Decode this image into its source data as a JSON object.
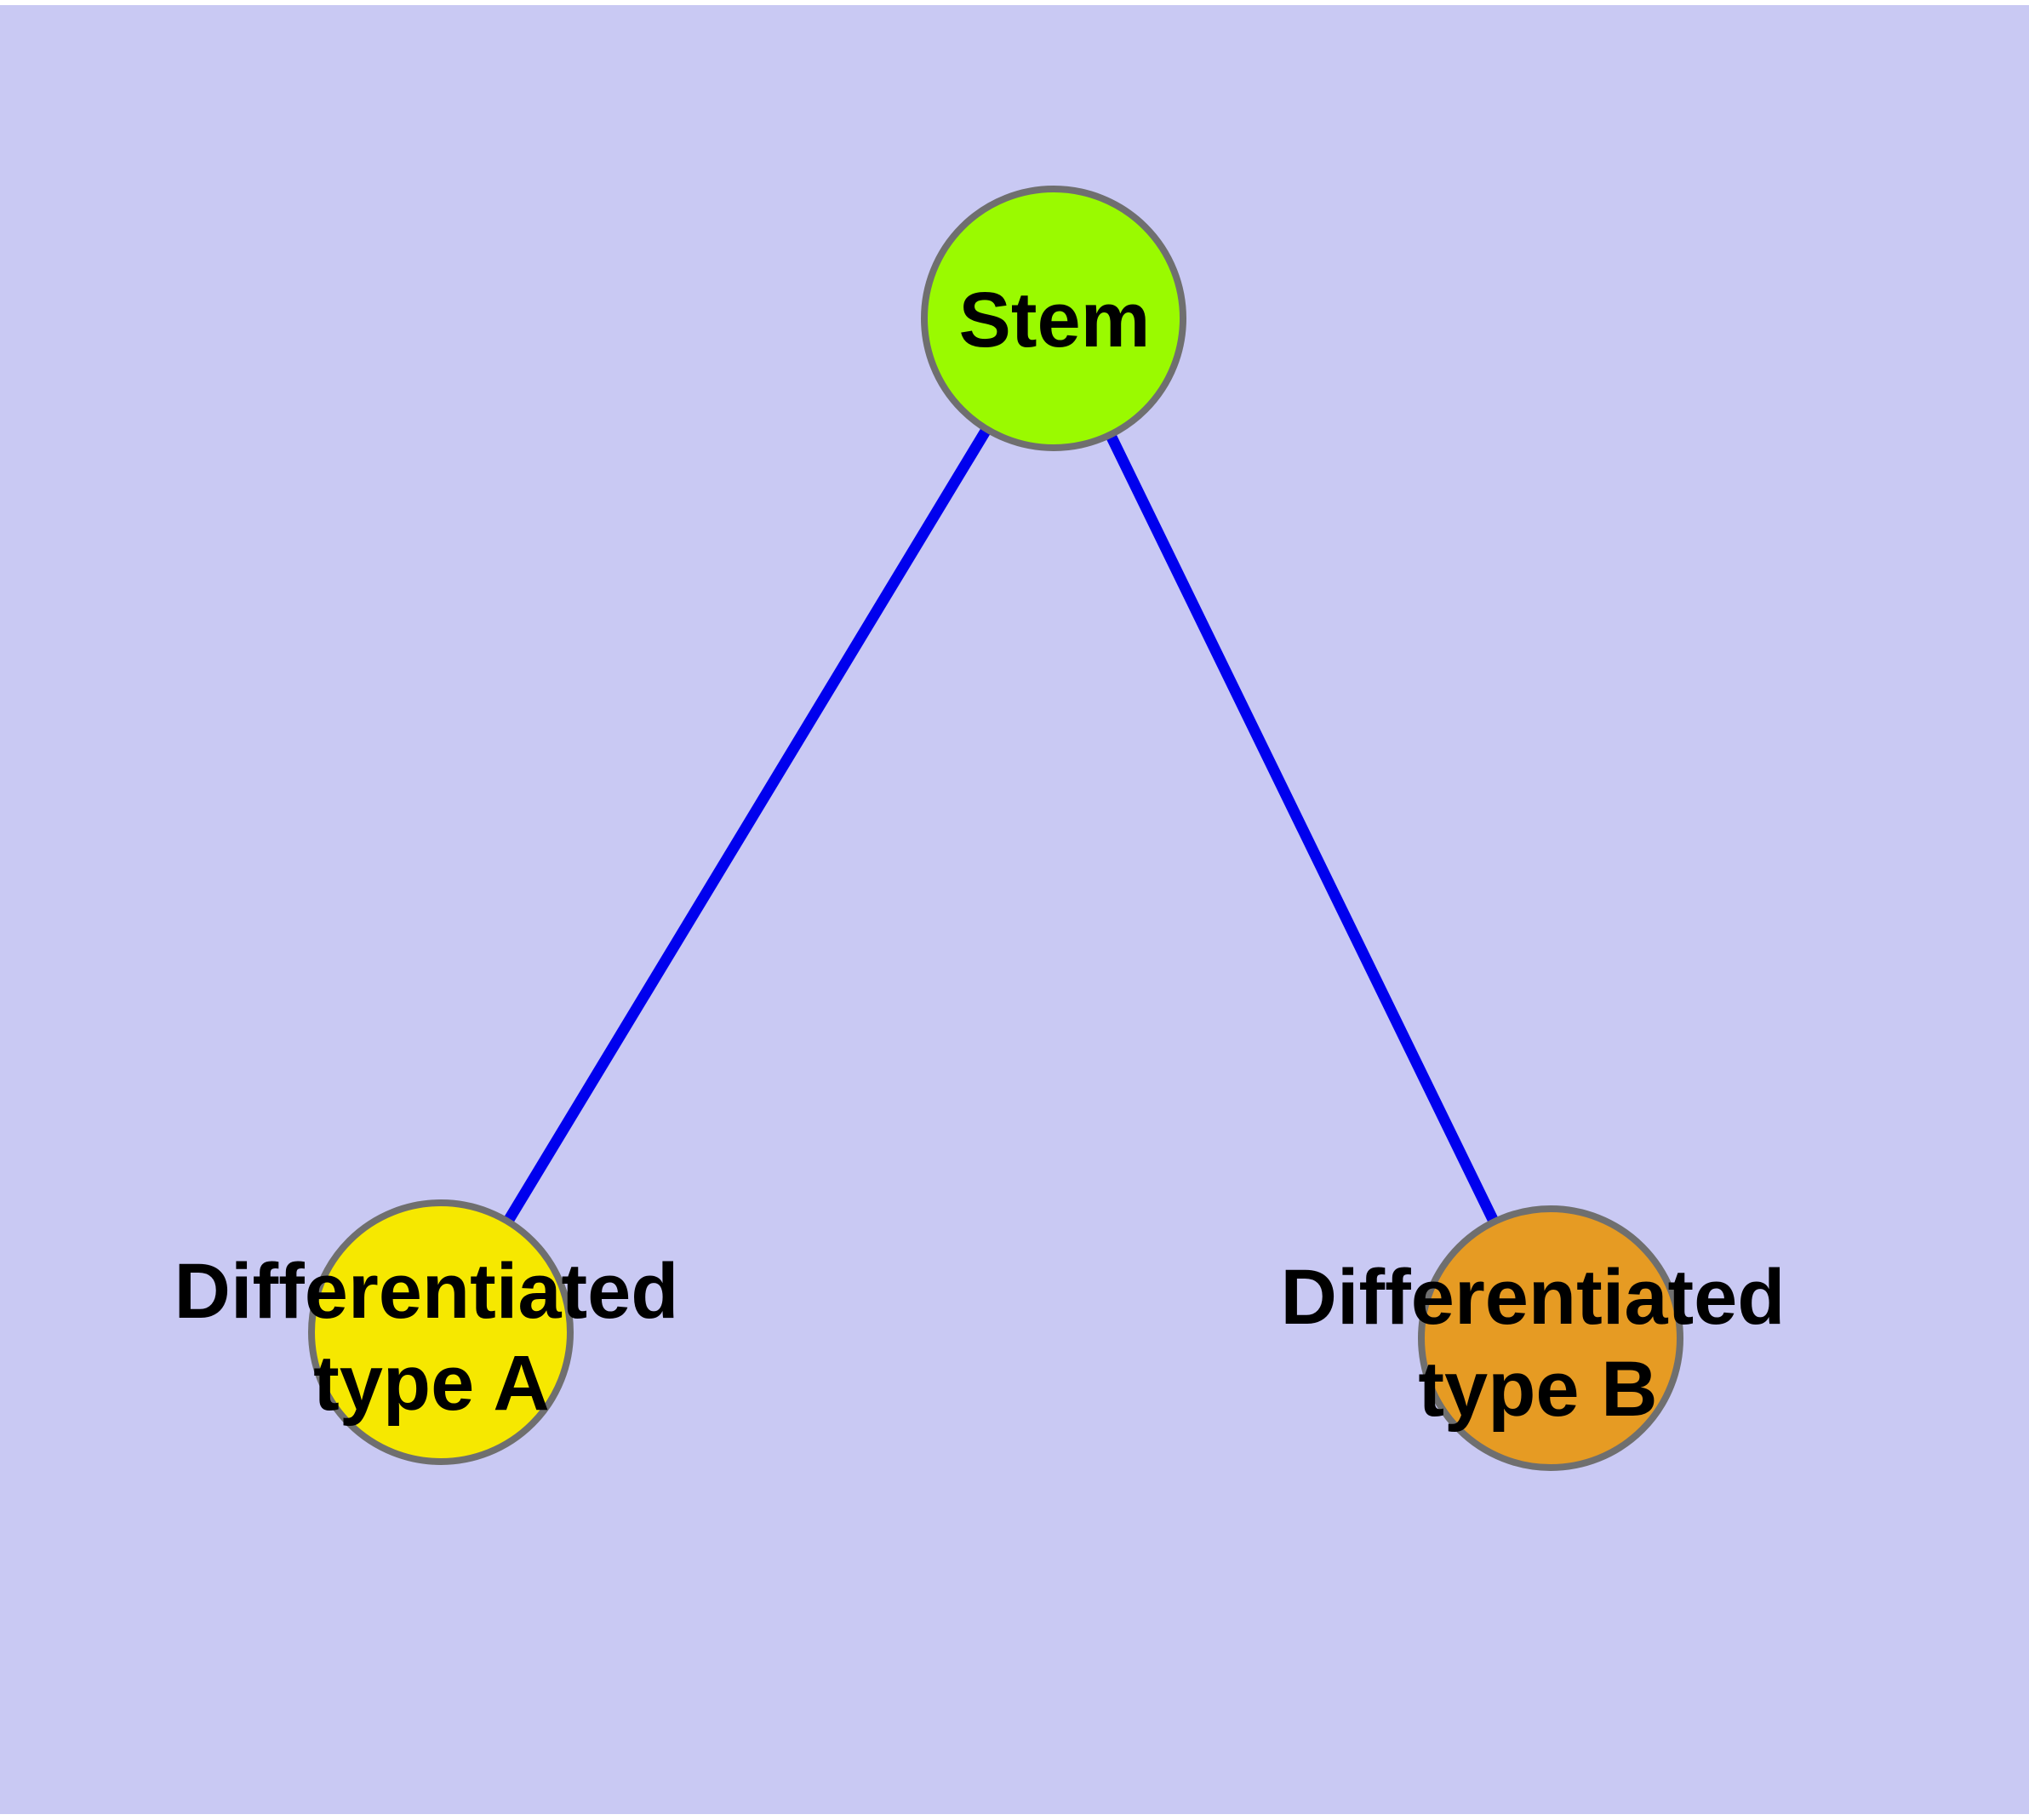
{
  "diagram": {
    "type": "graph",
    "background_color": "#c9c9f3",
    "edge_color": "#0000ee",
    "node_border_color": "#6f6f6f",
    "label_color": "#000000",
    "nodes": {
      "stem": {
        "label": "Stem",
        "fill": "#9afa00"
      },
      "type_a": {
        "label_line1": "Differentiated",
        "label_line2": "type A",
        "fill": "#f6e800"
      },
      "type_b": {
        "label_line1": "Differentiated",
        "label_line2": "type B",
        "fill": "#e69b23"
      }
    },
    "edges": [
      {
        "from": "Stem",
        "to": "Differentiated type A"
      },
      {
        "from": "Stem",
        "to": "Differentiated type B"
      }
    ]
  }
}
